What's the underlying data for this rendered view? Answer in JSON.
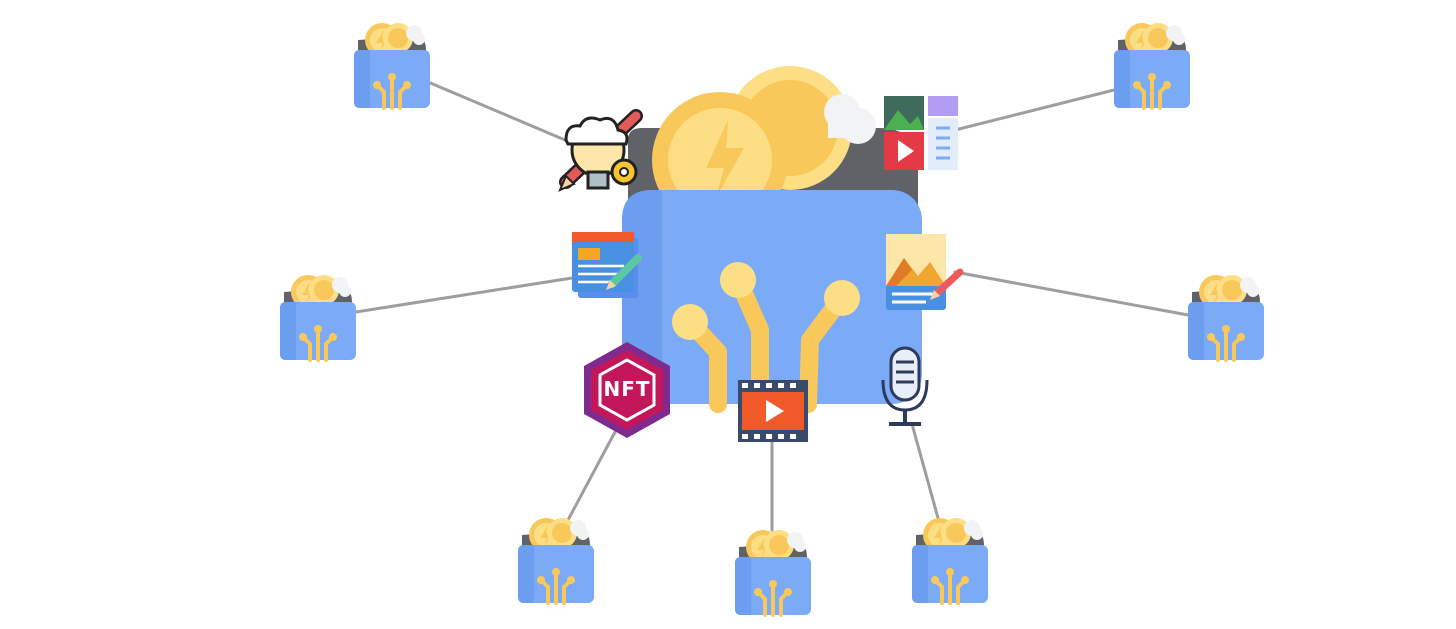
{
  "diagram": {
    "hub": {
      "name": "central-crypto-wallet",
      "icon": "wallet-with-coins-icon"
    },
    "content_icons": [
      {
        "id": "ideas",
        "icon": "idea-bulb-pencil-gear-icon"
      },
      {
        "id": "media-gallery",
        "icon": "media-gallery-icon"
      },
      {
        "id": "article",
        "icon": "web-article-edit-icon"
      },
      {
        "id": "image",
        "icon": "image-edit-icon"
      },
      {
        "id": "nft",
        "icon": "nft-hexagon-icon",
        "label": "NFT"
      },
      {
        "id": "video",
        "icon": "video-film-icon"
      },
      {
        "id": "podcast",
        "icon": "microphone-icon"
      }
    ],
    "wallets": [
      {
        "id": "top-left",
        "connects_to": "ideas"
      },
      {
        "id": "top-right",
        "connects_to": "media-gallery"
      },
      {
        "id": "mid-left",
        "connects_to": "article"
      },
      {
        "id": "mid-right",
        "connects_to": "image"
      },
      {
        "id": "bottom-left",
        "connects_to": "nft"
      },
      {
        "id": "bottom-center",
        "connects_to": "video"
      },
      {
        "id": "bottom-right",
        "connects_to": "podcast"
      }
    ],
    "colors": {
      "wallet_blue": "#7BAAF7",
      "wallet_dark": "#5F6368",
      "coin_gold": "#F8C95A",
      "coin_light": "#FCDE85",
      "connector": "#9E9E9E"
    }
  }
}
